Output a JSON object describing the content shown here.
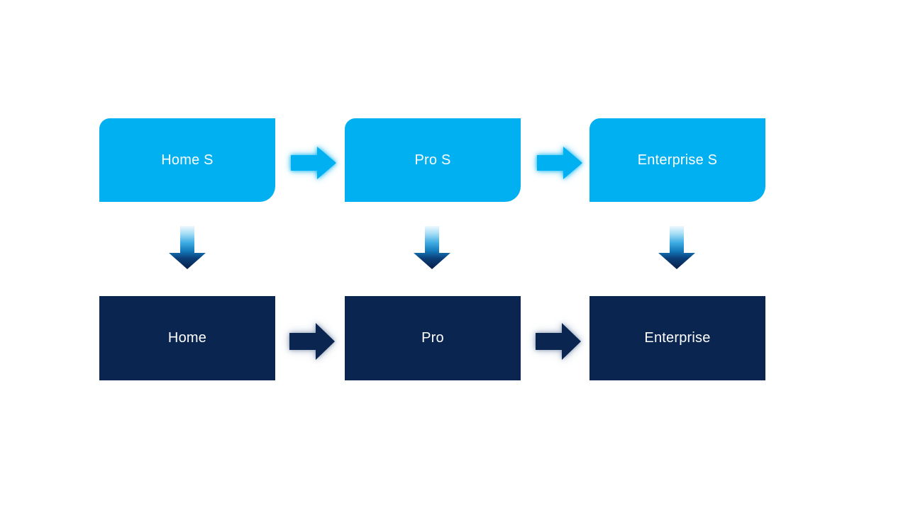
{
  "slide": {
    "background": "#ffffff",
    "colors": {
      "primary_blue": "#00b0f0",
      "dark_navy": "#0a2550",
      "label_text": "#ffffff",
      "down_arrow_gradient_top": "#e9f6fd",
      "down_arrow_gradient_mid": "#41aee4",
      "down_arrow_gradient_bottom": "#081f48"
    },
    "top_row": {
      "boxes": [
        {
          "label": "Home S"
        },
        {
          "label": "Pro S"
        },
        {
          "label": "Enterprise S"
        }
      ]
    },
    "bottom_row": {
      "boxes": [
        {
          "label": "Home"
        },
        {
          "label": "Pro"
        },
        {
          "label": "Enterprise"
        }
      ]
    },
    "icons": {
      "right_arrow": "right-arrow",
      "down_arrow": "down-arrow"
    }
  }
}
